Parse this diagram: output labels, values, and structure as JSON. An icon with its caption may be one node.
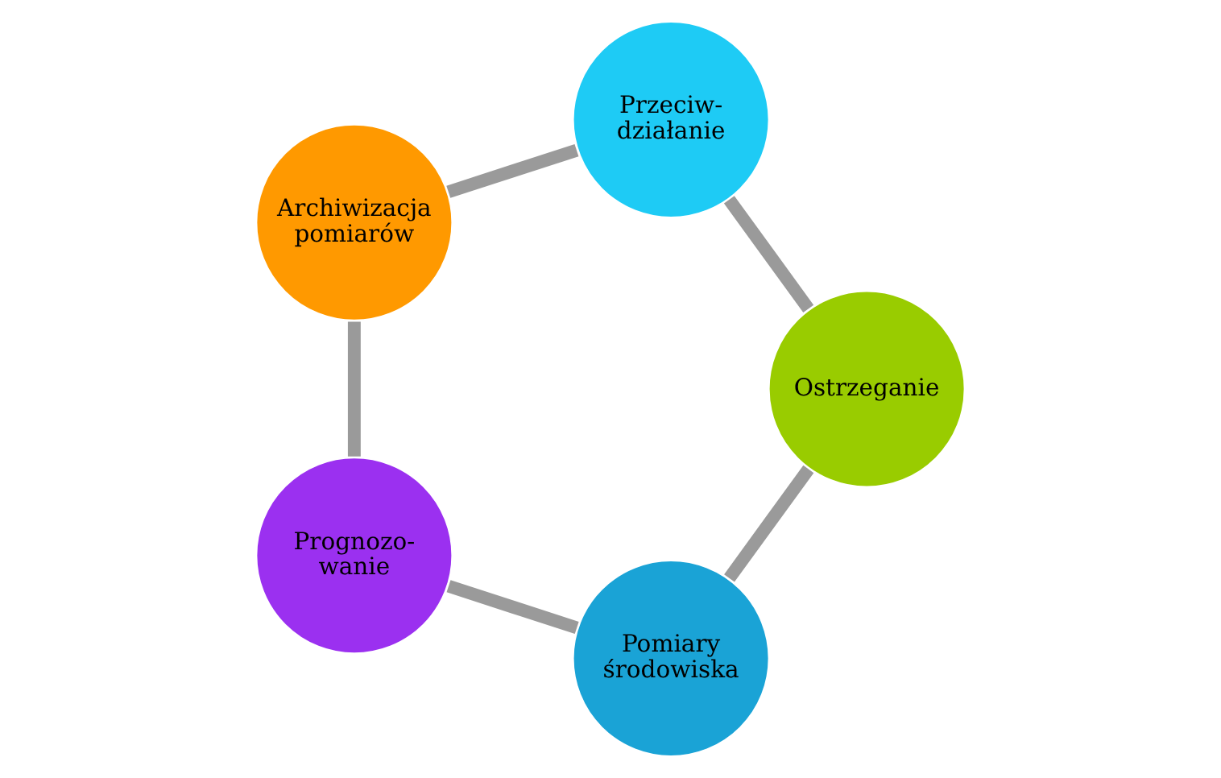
{
  "diagram": {
    "nodes": [
      {
        "text": [
          "Pomiary środowiska"
        ]
      },
      {
        "text": [
          "Prognozo- wanie"
        ]
      },
      {
        "text": [
          "Ostrzeganie"
        ]
      },
      {
        "text": [
          "Archiwizacja pomiarów"
        ]
      },
      {
        "text": [
          "Przeciw- działanie"
        ]
      }
    ],
    "edges": [
      {
        "from": 0,
        "to": 1,
        "arrow": "none"
      },
      {
        "from": 1,
        "to": 3,
        "arrow": "none"
      },
      {
        "from": 3,
        "to": 4,
        "arrow": "none"
      },
      {
        "from": 4,
        "to": 2,
        "arrow": "none"
      },
      {
        "from": 2,
        "to": 0,
        "arrow": "none"
      }
    ]
  }
}
